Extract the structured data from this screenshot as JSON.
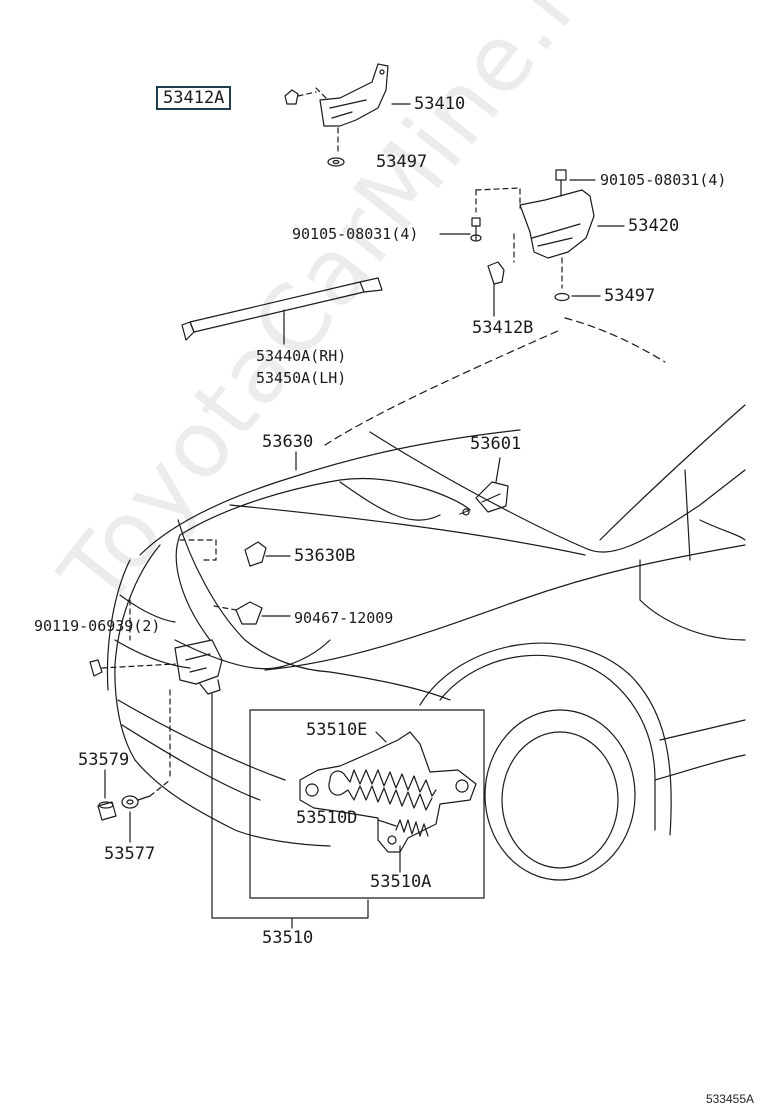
{
  "diagram": {
    "watermark": "ToyotaCarMine.ru",
    "document_code": "533455A"
  },
  "parts": {
    "p53412A": "53412A",
    "p53410": "53410",
    "p53497_top": "53497",
    "p90105_right": "90105-08031(4)",
    "p90105_left": "90105-08031(4)",
    "p53420": "53420",
    "p53497_right": "53497",
    "p53412B": "53412B",
    "p53440A": "53440A(RH)",
    "p53450A": "53450A(LH)",
    "p53630": "53630",
    "p53601": "53601",
    "p53630B": "53630B",
    "p90119": "90119-06939(2)",
    "p90467": "90467-12009",
    "p53510E": "53510E",
    "p53510D": "53510D",
    "p53510A": "53510A",
    "p53579": "53579",
    "p53577": "53577",
    "p53510": "53510"
  },
  "colors": {
    "line": "#1a1a1a",
    "highlight_box": "#1f3d4f"
  }
}
